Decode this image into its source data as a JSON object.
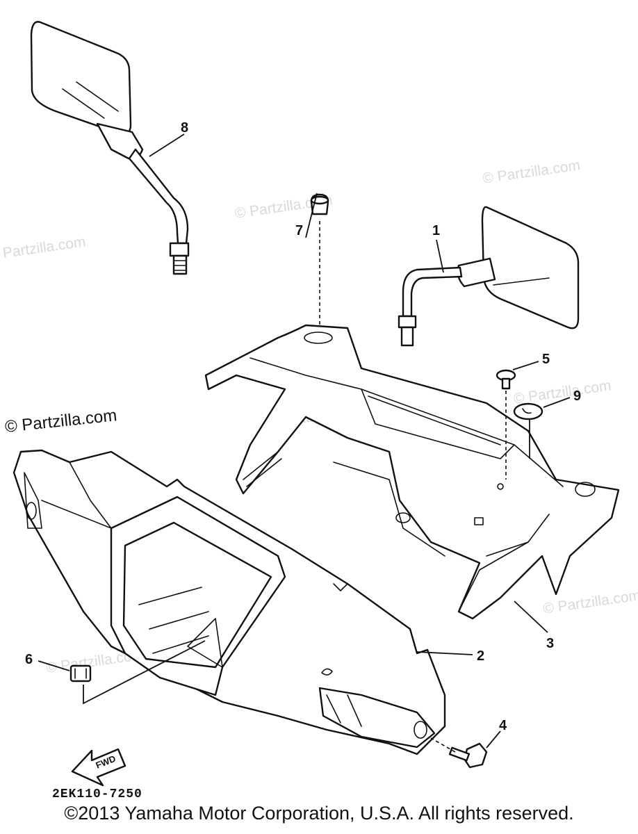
{
  "watermark": {
    "text": "© Partzilla.com",
    "dark_text": "© Partzilla.com"
  },
  "callouts": {
    "c1": "1",
    "c2": "2",
    "c3": "3",
    "c4": "4",
    "c5": "5",
    "c6": "6",
    "c7": "7",
    "c8": "8",
    "c9": "9"
  },
  "fwd_label": "FWD",
  "diagram_code": "2EK110-7250",
  "copyright": "©2013  Yamaha Motor Corporation, U.S.A. All rights reserved."
}
